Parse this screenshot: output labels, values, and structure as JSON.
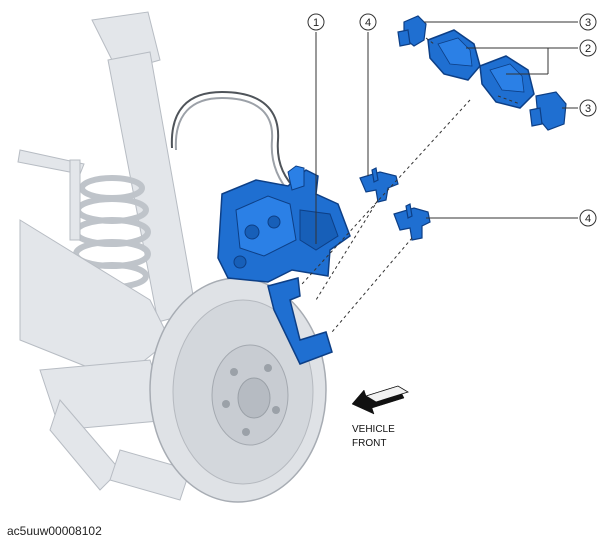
{
  "callouts": [
    {
      "number": "1",
      "part": "caliper"
    },
    {
      "number": "2",
      "part": "brake pads"
    },
    {
      "number": "3",
      "part": "shims"
    },
    {
      "number": "4",
      "part": "pad retainer"
    }
  ],
  "direction_label": {
    "line1": "VEHICLE",
    "line2": "FRONT"
  },
  "caption": "ac5uuw00008102",
  "colors": {
    "part_blue": "#1f6fd1",
    "part_blue_dark": "#0d3f86",
    "background_gray": "#d7dbe1",
    "line_gray": "#8a8f96"
  }
}
